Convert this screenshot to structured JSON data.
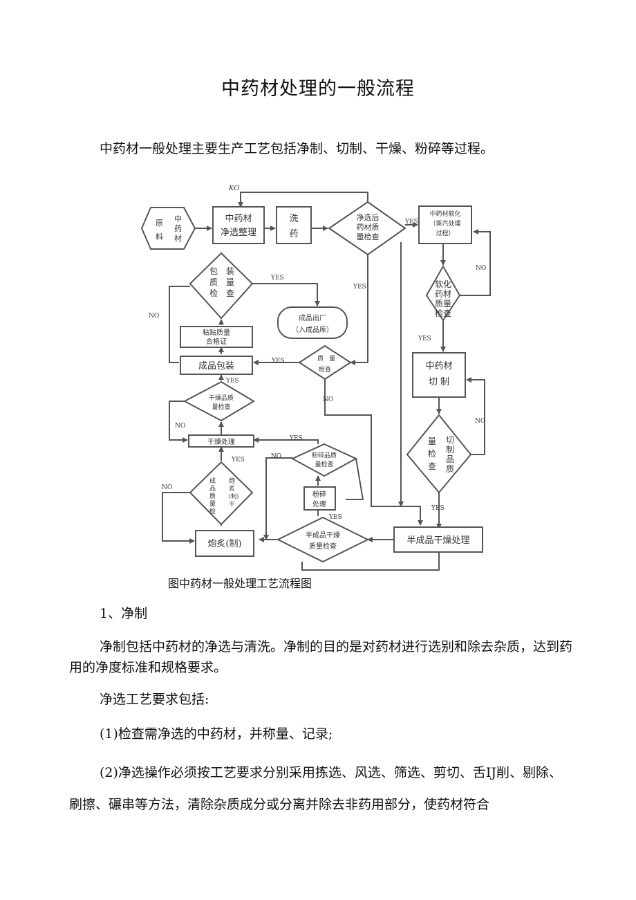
{
  "title": "中药材处理的一般流程",
  "intro": "中药材一般处理主要生产工艺包括净制、切制、干燥、粉碎等过程。",
  "flowchart": {
    "ko": "KO",
    "raw_material": [
      "原",
      "中",
      "药",
      "料",
      "材"
    ],
    "select_box": [
      "中药材",
      "净选整理"
    ],
    "wash_box": [
      "洗",
      "药"
    ],
    "check_after_select": [
      "净选后",
      "药材质",
      "量检查"
    ],
    "soften_box": [
      "中药材软化",
      "（蒸汽处理",
      "过程）"
    ],
    "soften_check": [
      "软化",
      "药材",
      "质量",
      "检查"
    ],
    "cut_box": [
      "中药材",
      "切  制"
    ],
    "cut_check": [
      "切",
      "制",
      "品",
      "质",
      "量",
      "检",
      "查"
    ],
    "semi_dry_box": "半成品干燥处理",
    "semi_check": [
      "半成品干燥",
      "质量检查"
    ],
    "crush_box": [
      "粉碎",
      "处理"
    ],
    "crush_check": [
      "粉碎品质",
      "量检查"
    ],
    "prep_box": "炮炙(制)",
    "prep_check": [
      "成",
      "品",
      "质",
      "量",
      "检",
      "炮",
      "炙",
      "(制)",
      "干"
    ],
    "dry_box": "干燥处理",
    "dry_check": [
      "干燥品质",
      "量检查"
    ],
    "pack_box": "成品包装",
    "quality_check": [
      "质",
      "量",
      "检查"
    ],
    "label_box": [
      "粘贴质量",
      "合格证"
    ],
    "pack_check": [
      "包",
      "装",
      "质",
      "量",
      "检",
      "查"
    ],
    "finished": [
      "成品出厂",
      "（入成品库）"
    ],
    "yes": "YES",
    "no": "NO"
  },
  "caption": "图中药材一般处理工艺流程图",
  "section1_heading": "1、净制",
  "section1_p1": "净制包括中药材的净选与清洗。净制的目的是对药材进行选别和除去杂质，达到药用的净度标准和规格要求。",
  "section1_p2": "净选工艺要求包括:",
  "item1": "(1)检查需净选的中药材，并称量、记录;",
  "item2": "(2)净选操作必须按工艺要求分别采用拣选、风选、筛选、剪切、舌IJ削、剔除、刷擦、碾串等方法，清除杂质成分或分离并除去非药用部分，使药材符合"
}
